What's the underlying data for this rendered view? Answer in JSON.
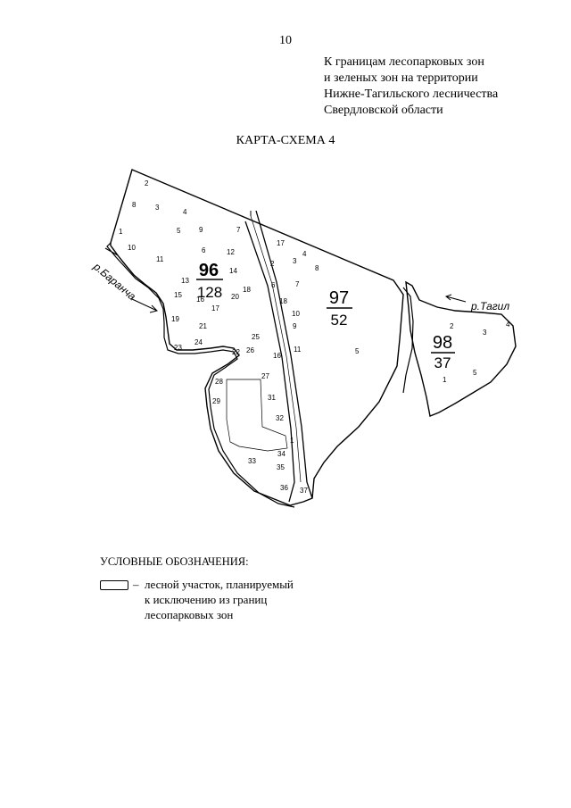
{
  "page": {
    "number": "10"
  },
  "header": {
    "lines": [
      "К границам лесопарковых зон",
      "и зеленых зон на территории",
      "Нижне-Тагильского лесничества",
      "Свердловской области"
    ]
  },
  "map": {
    "title": "КАРТА-СХЕМА 4",
    "blocks": [
      {
        "number": "96",
        "area": "128"
      },
      {
        "number": "97",
        "area": "52"
      },
      {
        "number": "98",
        "area": "37"
      }
    ],
    "rivers": [
      {
        "name": "р.Баранча"
      },
      {
        "name": "р.Тагил"
      }
    ],
    "plots": [
      "1",
      "2",
      "3",
      "4",
      "5",
      "6",
      "7",
      "8",
      "9",
      "10",
      "11",
      "12",
      "13",
      "14",
      "15",
      "16",
      "17",
      "18",
      "19",
      "20",
      "21",
      "22",
      "23",
      "24",
      "25",
      "26",
      "27",
      "28",
      "29",
      "31",
      "32",
      "33",
      "34",
      "35",
      "36",
      "37"
    ]
  },
  "legend": {
    "title": "УСЛОВНЫЕ ОБОЗНАЧЕНИЯ:",
    "dash": "–",
    "items": [
      {
        "lines": [
          "лесной участок, планируемый",
          "к исключению из границ",
          "лесопарковых зон"
        ]
      }
    ]
  }
}
